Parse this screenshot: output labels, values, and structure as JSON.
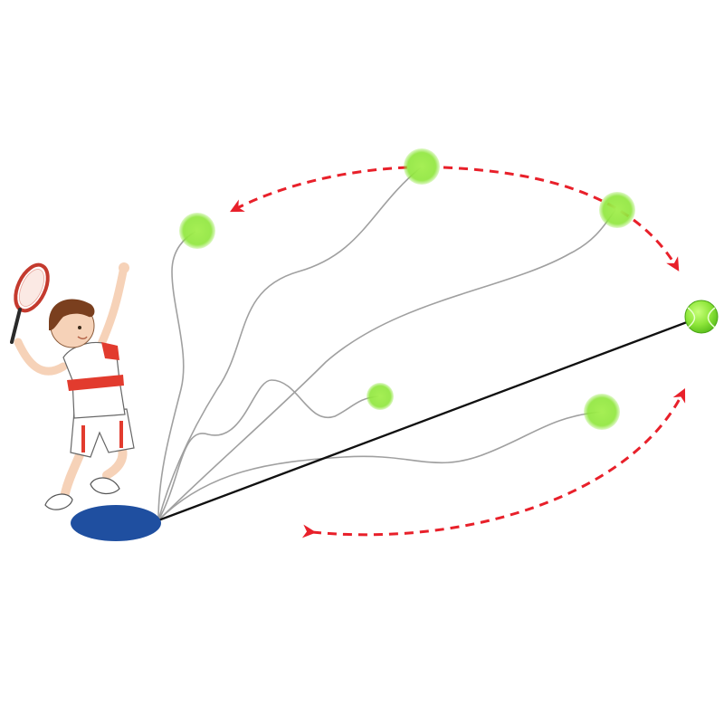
{
  "illustration": {
    "subject": "tennis-trainer-rebound-ball",
    "colors": {
      "background": "#ffffff",
      "base_pad": "#1f4fa0",
      "ball": "#8ee63a",
      "ball_shade": "#5fc21f",
      "arrow": "#e8202a",
      "string": "#9a9a9a",
      "taut_string": "#111111",
      "shirt": "#e23b2e",
      "skin": "#f6d2b8",
      "hair": "#7a3f1e"
    },
    "icons": [
      "tennis-player",
      "tennis-racket",
      "tennis-ball",
      "base-pad",
      "curved-arrow"
    ]
  }
}
